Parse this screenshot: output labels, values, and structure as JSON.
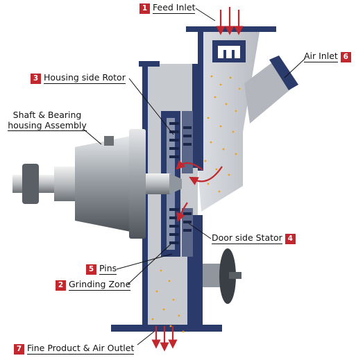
{
  "labels": [
    {
      "id": "feed-inlet",
      "num": "1",
      "text": "Feed Inlet"
    },
    {
      "id": "grinding-zone",
      "num": "2",
      "text": "Grinding Zone"
    },
    {
      "id": "housing-side-rotor",
      "num": "3",
      "text": "Housing side Rotor"
    },
    {
      "id": "door-side-stator",
      "num": "4",
      "text": "Door side Stator"
    },
    {
      "id": "pins",
      "num": "5",
      "text": "Pins"
    },
    {
      "id": "air-inlet",
      "num": "6",
      "text": "Air Inlet"
    },
    {
      "id": "fine-product-air-outlet",
      "num": "7",
      "text": "Fine Product & Air Outlet"
    }
  ],
  "shaft_label": {
    "line1": "Shaft & Bearing",
    "line2": "housing Assembly"
  },
  "colors": {
    "badge": "#c1272d",
    "arrow": "#c1272d",
    "frame": "#2a3a6b",
    "housing": "#c9ccd1",
    "particles": "#f0a020"
  }
}
